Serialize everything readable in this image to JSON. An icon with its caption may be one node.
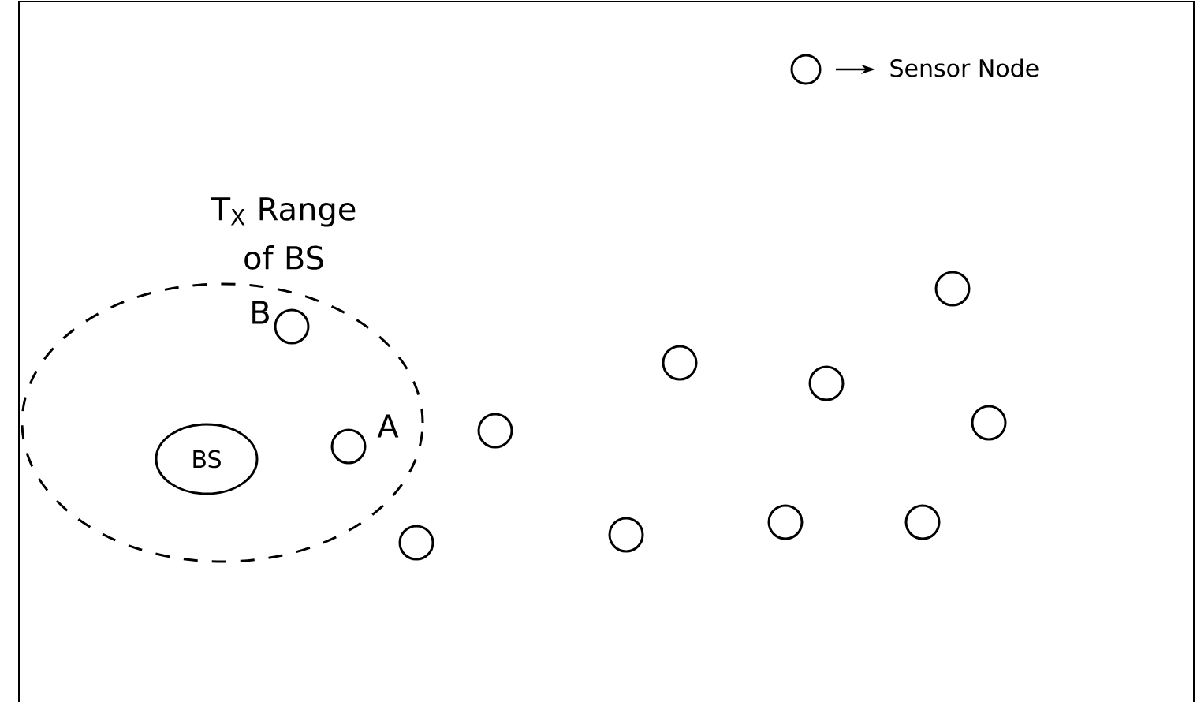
{
  "diagram": {
    "nodes": [
      {
        "text": [
          "T$_{X}$ Range of BS"
        ]
      },
      {
        "text": [
          "BS"
        ],
        "in": 0
      },
      {
        "text": [],
        "shape": "circle",
        "beside": [
          "B"
        ],
        "in": 0
      },
      {
        "text": [],
        "shape": "circle",
        "beside": [
          "A"
        ],
        "in": 0
      },
      {
        "text": [],
        "shape": "circle"
      },
      {
        "text": [],
        "shape": "circle"
      },
      {
        "text": [],
        "shape": "circle"
      },
      {
        "text": [],
        "shape": "circle"
      },
      {
        "text": [],
        "shape": "circle"
      },
      {
        "text": [],
        "shape": "circle"
      },
      {
        "text": [],
        "shape": "circle"
      },
      {
        "text": [],
        "shape": "circle"
      },
      {
        "text": [],
        "shape": "circle"
      }
    ],
    "legend": [
      {
        "text": "Sensor Node"
      }
    ]
  }
}
